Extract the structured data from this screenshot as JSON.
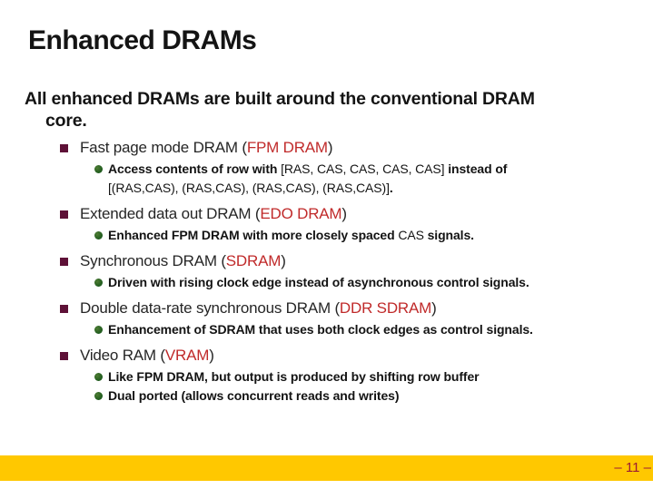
{
  "slide": {
    "title": "Enhanced DRAMs",
    "heading": {
      "line1": "All enhanced DRAMs are built around the conventional DRAM",
      "line2": "core."
    }
  },
  "bullets": [
    {
      "label": [
        {
          "t": "Fast page mode DRAM ("
        },
        {
          "t": "FPM DRAM",
          "s": "red"
        },
        {
          "t": ")"
        }
      ],
      "subs": [
        [
          {
            "t": "Access contents of row with "
          },
          {
            "t": "[RAS, CAS, CAS, CAS, CAS]",
            "s": "sig"
          },
          {
            "t": " instead of"
          },
          {
            "br": true
          },
          {
            "t": "[(RAS,CAS), (RAS,CAS), (RAS,CAS), (RAS,CAS)]",
            "s": "sig"
          },
          {
            "t": "."
          }
        ]
      ]
    },
    {
      "label": [
        {
          "t": "Extended data out DRAM ("
        },
        {
          "t": "EDO DRAM",
          "s": "red"
        },
        {
          "t": ")"
        }
      ],
      "subs": [
        [
          {
            "t": "Enhanced FPM DRAM with more closely spaced "
          },
          {
            "t": "CAS",
            "s": "sig"
          },
          {
            "t": " signals."
          }
        ]
      ]
    },
    {
      "label": [
        {
          "t": "Synchronous DRAM ("
        },
        {
          "t": "SDRAM",
          "s": "red"
        },
        {
          "t": ")"
        }
      ],
      "subs": [
        [
          {
            "t": "Driven with rising clock edge instead of asynchronous control signals."
          }
        ]
      ]
    },
    {
      "label": [
        {
          "t": "Double data-rate synchronous DRAM ("
        },
        {
          "t": "DDR SDRAM",
          "s": "red"
        },
        {
          "t": ")"
        }
      ],
      "subs": [
        [
          {
            "t": "Enhancement of SDRAM that uses both clock edges as control signals."
          }
        ]
      ]
    },
    {
      "label": [
        {
          "t": "Video RAM ("
        },
        {
          "t": "VRAM",
          "s": "red"
        },
        {
          "t": ")"
        }
      ],
      "subs": [
        [
          {
            "t": "Like FPM DRAM, but output is produced by shifting row buffer"
          }
        ],
        [
          {
            "t": "Dual ported (allows concurrent reads and writes)"
          }
        ]
      ]
    }
  ],
  "footer": {
    "page_label": "– 11 –"
  },
  "colors": {
    "accent_red": "#c02a2a",
    "bullet_square": "#5e1137",
    "bullet_circle_green": "#1d5a1d",
    "footer_gold": "#ffc800",
    "page_number_red": "#9c1b33",
    "text_black": "#141414"
  }
}
